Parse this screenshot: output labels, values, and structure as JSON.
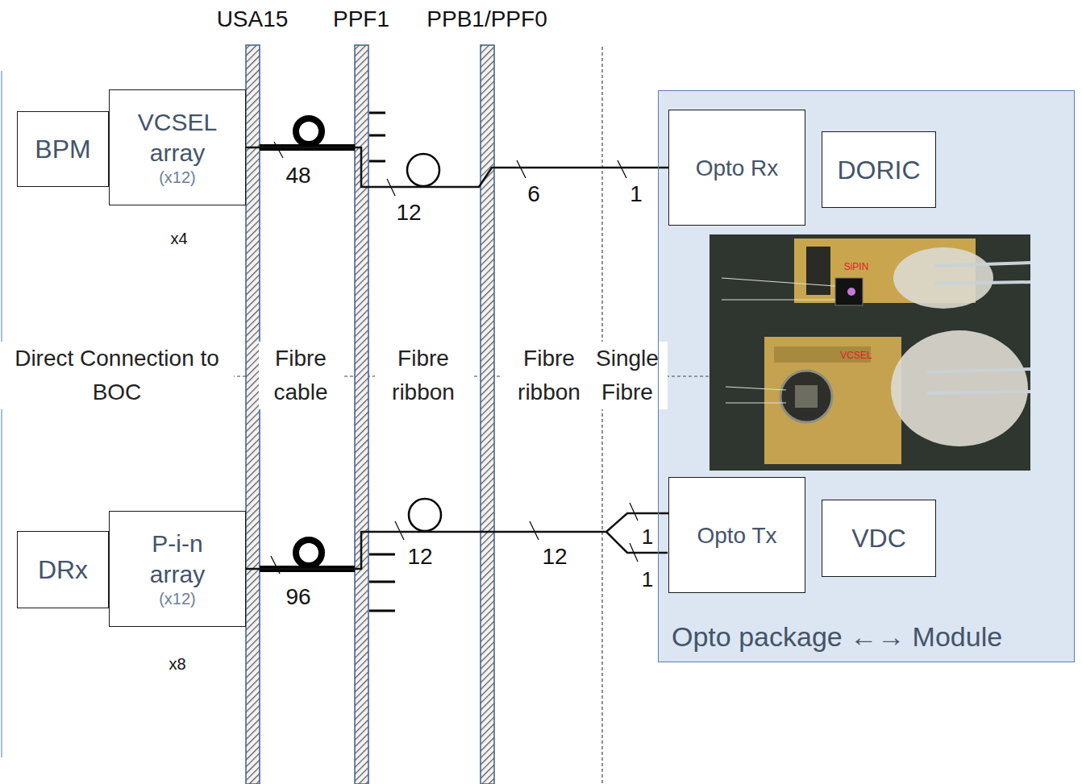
{
  "diagram": {
    "nodes": [
      {
        "text": [
          "BPM"
        ]
      },
      {
        "text": [
          "VCSEL array",
          "(x12)"
        ]
      },
      {
        "text": [
          "DRx"
        ]
      },
      {
        "text": [
          "P-i-n array",
          "(x12)"
        ]
      },
      {
        "text": [
          "Opto package ←→ Module"
        ]
      },
      {
        "text": [
          "Opto Rx"
        ],
        "in": 4
      },
      {
        "text": [
          "DORIC"
        ],
        "in": 4
      },
      {
        "text": [
          "Opto Tx"
        ],
        "in": 4
      },
      {
        "text": [
          "VDC"
        ],
        "in": 4
      }
    ],
    "edges": [
      {
        "from": 1,
        "to": 5,
        "arrow": "none"
      },
      {
        "from": 3,
        "to": 7,
        "arrow": "none"
      }
    ],
    "labels": [
      "USA15",
      "PPF1",
      "PPB1/PPF0",
      "x4",
      "48",
      "12",
      "6",
      "1",
      "Direct Connection to BOC",
      "Fibre cable",
      "Fibre ribbon",
      "Fibre ribbon",
      "Single Fibre",
      "SiPIN",
      "VCSEL",
      "x8",
      "96",
      "12",
      "12",
      "1",
      "1"
    ]
  }
}
